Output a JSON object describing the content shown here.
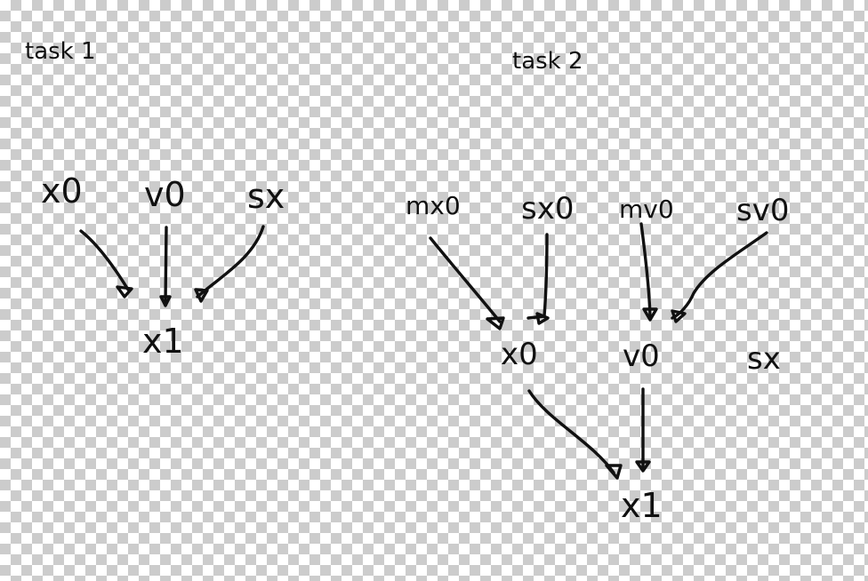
{
  "task1": {
    "title": "task 1",
    "nodes": {
      "x0": "x0",
      "v0": "v0",
      "sx": "sx",
      "x1": "x1"
    }
  },
  "task2": {
    "title": "task 2",
    "nodes": {
      "mx0": "mx0",
      "sx0": "sx0",
      "mv0": "mv0",
      "sv0": "sv0",
      "x0": "x0",
      "v0": "v0",
      "sx": "sx",
      "x1": "x1"
    }
  },
  "edges": [
    {
      "task": "task 1",
      "from": "x0",
      "to": "x1"
    },
    {
      "task": "task 1",
      "from": "v0",
      "to": "x1"
    },
    {
      "task": "task 1",
      "from": "sx",
      "to": "x1"
    },
    {
      "task": "task 2",
      "from": "mx0",
      "to": "x0"
    },
    {
      "task": "task 2",
      "from": "sx0",
      "to": "x0"
    },
    {
      "task": "task 2",
      "from": "mv0",
      "to": "v0"
    },
    {
      "task": "task 2",
      "from": "sv0",
      "to": "v0"
    },
    {
      "task": "task 2",
      "from": "x0",
      "to": "x1"
    },
    {
      "task": "task 2",
      "from": "v0",
      "to": "x1"
    }
  ]
}
